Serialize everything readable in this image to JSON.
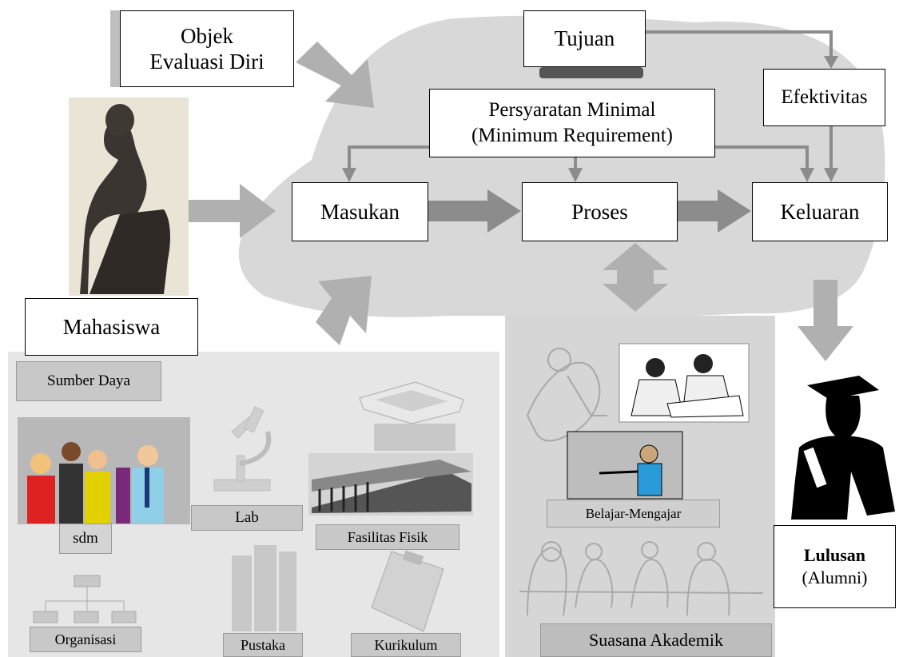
{
  "boxes": {
    "objek_line1": "Objek",
    "objek_line2": "Evaluasi Diri",
    "tujuan": "Tujuan",
    "efektivitas": "Efektivitas",
    "persyaratan_line1": "Persyaratan Minimal",
    "persyaratan_line2": "(Minimum Requirement)",
    "masukan": "Masukan",
    "proses": "Proses",
    "keluaran": "Keluaran",
    "mahasiswa": "Mahasiswa",
    "lulusan_bold": "Lulusan",
    "lulusan_sub": "(Alumni)"
  },
  "resources": {
    "sumber_daya": "Sumber Daya",
    "sdm": "sdm",
    "lab": "Lab",
    "fasilitas": "Fasilitas Fisik",
    "organisasi": "Organisasi",
    "pustaka": "Pustaka",
    "kurikulum": "Kurikulum"
  },
  "academic": {
    "belajar": "Belajar-Mengajar",
    "suasana": "Suasana Akademik"
  },
  "colors": {
    "cloud": "#d8d8d8",
    "panel": "#e6e6e6",
    "arrow": "#8c8c8c",
    "fat_arrow": "#b0b0b0"
  }
}
